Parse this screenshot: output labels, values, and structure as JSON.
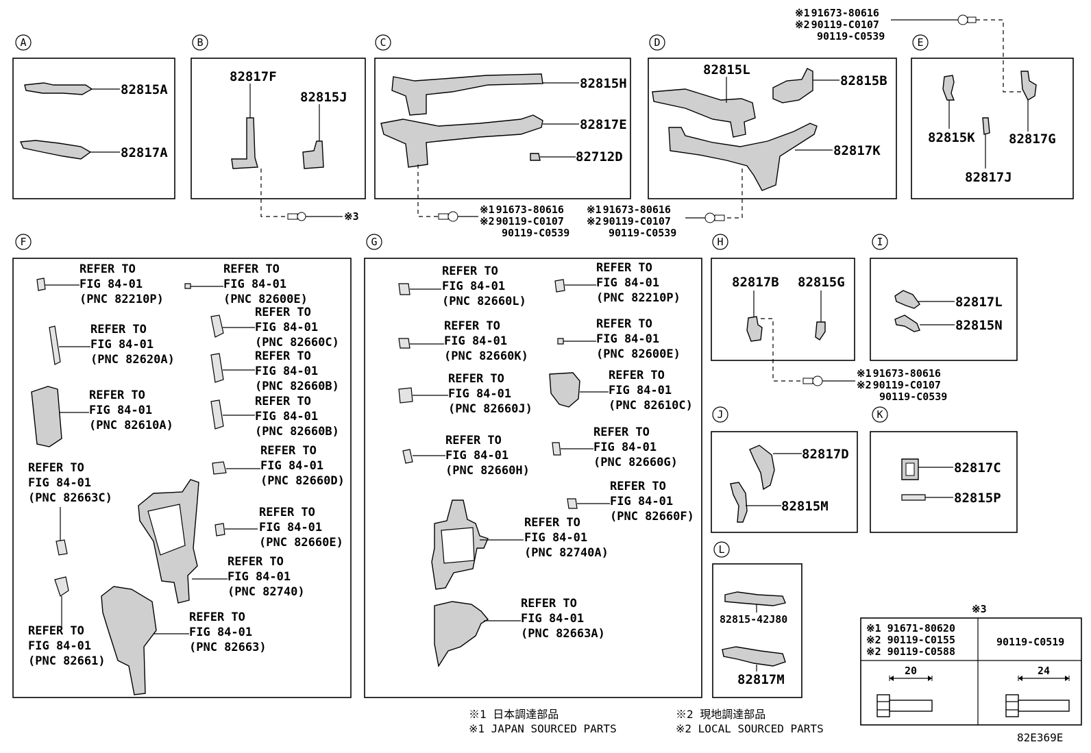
{
  "sections": {
    "A": {
      "label": "A",
      "parts": [
        "82815A",
        "82817A"
      ]
    },
    "B": {
      "label": "B",
      "parts": [
        "82817F",
        "82815J"
      ]
    },
    "C": {
      "label": "C",
      "parts": [
        "82815H",
        "82817E",
        "82712D"
      ]
    },
    "D": {
      "label": "D",
      "parts": [
        "82815L",
        "82815B",
        "82817K"
      ]
    },
    "E": {
      "label": "E",
      "parts": [
        "82815K",
        "82817G",
        "82817J"
      ]
    },
    "F": {
      "label": "F"
    },
    "G": {
      "label": "G"
    },
    "H": {
      "label": "H",
      "parts": [
        "82817B",
        "82815G"
      ]
    },
    "I": {
      "label": "I",
      "parts": [
        "82817L",
        "82815N"
      ]
    },
    "J": {
      "label": "J",
      "parts": [
        "82817D",
        "82815M"
      ]
    },
    "K": {
      "label": "K",
      "parts": [
        "82817C",
        "82815P"
      ]
    },
    "L": {
      "label": "L",
      "parts": [
        "82815-42J80",
        "82817M"
      ]
    }
  },
  "bolt_callouts": {
    "mark1": "※1",
    "mark2": "※2",
    "mark3": "※3",
    "p1": "91673-80616",
    "p2": "90119-C0107",
    "p3": "90119-C0539"
  },
  "refer": {
    "line1": "REFER TO",
    "line2": "FIG 84-01",
    "F": [
      "(PNC 82210P)",
      "(PNC 82600E)",
      "(PNC 82660C)",
      "(PNC 82620A)",
      "(PNC 82660B)",
      "(PNC 82610A)",
      "(PNC 82660B)",
      "(PNC 82663C)",
      "(PNC 82660D)",
      "(PNC 82660E)",
      "(PNC 82740)",
      "(PNC 82661)",
      "(PNC 82663)"
    ],
    "G": [
      "(PNC 82660L)",
      "(PNC 82210P)",
      "(PNC 82660K)",
      "(PNC 82600E)",
      "(PNC 82660J)",
      "(PNC 82610C)",
      "(PNC 82660H)",
      "(PNC 82660G)",
      "(PNC 82660F)",
      "(PNC 82740A)",
      "(PNC 82663A)"
    ]
  },
  "table3": {
    "title": "※3",
    "left_rows": [
      "※1 91671-80620",
      "※2 90119-C0155",
      "※2 90119-C0588"
    ],
    "right_part": "90119-C0519",
    "dim_left": "20",
    "dim_right": "24"
  },
  "footnotes": {
    "jp1": "※1 日本調達部品",
    "en1": "※1 JAPAN SOURCED PARTS",
    "jp2": "※2 現地調達部品",
    "en2": "※2 LOCAL SOURCED PARTS"
  },
  "diagram_code": "82E369E"
}
